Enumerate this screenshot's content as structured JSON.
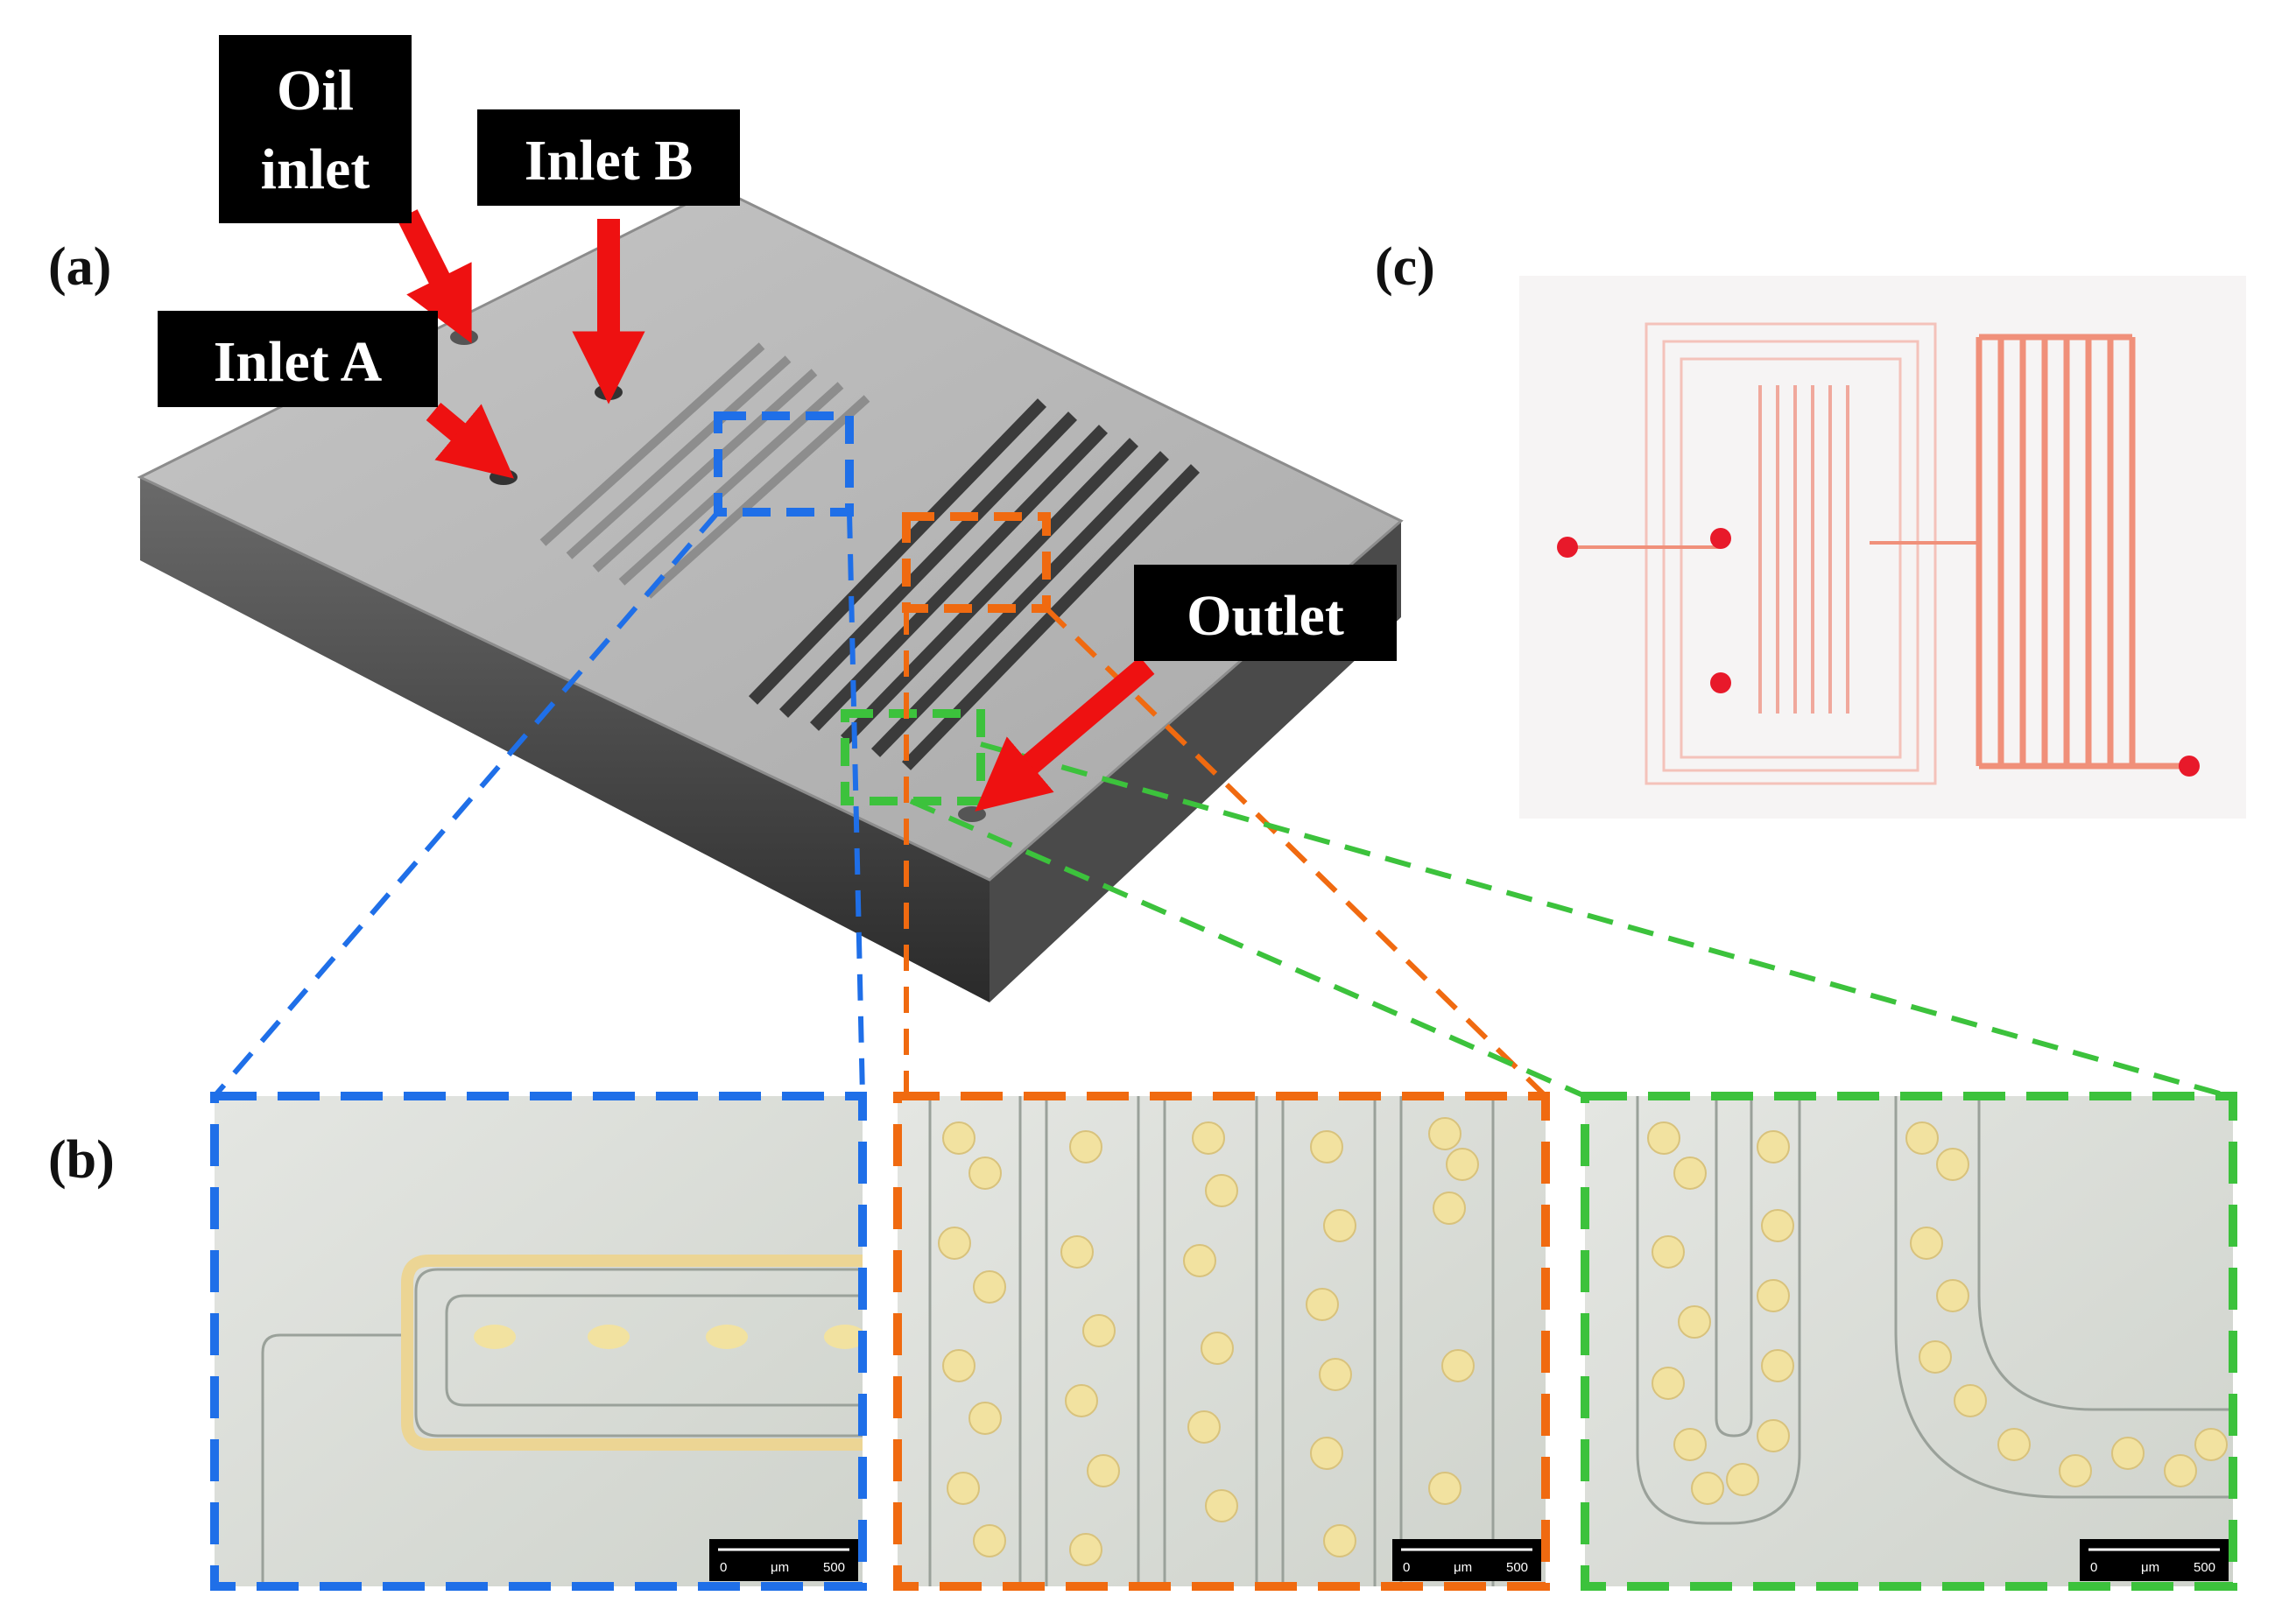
{
  "panels": {
    "a": "(a)",
    "b": "(b)",
    "c": "(c)"
  },
  "callouts": {
    "oil_inlet_line1": "Oil",
    "oil_inlet_line2": "inlet",
    "inlet_b": "Inlet B",
    "inlet_a": "Inlet A",
    "outlet": "Outlet"
  },
  "scale_bars": {
    "blue": {
      "start": "0",
      "unit": "μm",
      "end": "500"
    },
    "orange": {
      "start": "0",
      "unit": "μm",
      "end": "500"
    },
    "green": {
      "start": "0",
      "unit": "μm",
      "end": "500"
    }
  },
  "colors": {
    "blue_box": "#1f6fe8",
    "orange_box": "#f06a10",
    "green_box": "#3cc23c",
    "arrow_red": "#ee1111",
    "droplet": "#f2e2a0",
    "chip_print": "#f0907a"
  }
}
